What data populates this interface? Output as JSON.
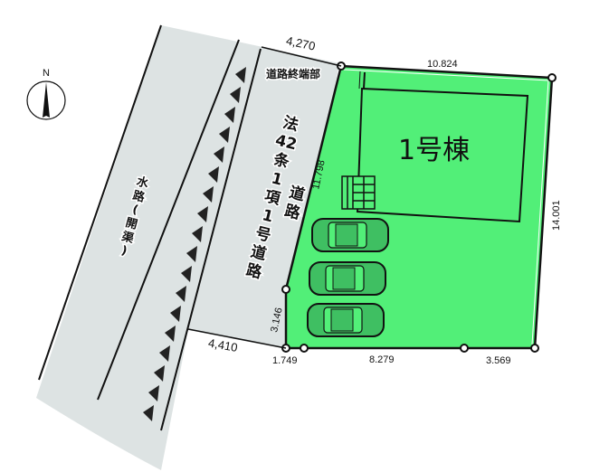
{
  "compass": {
    "label": "N",
    "icon": "north-arrow-icon"
  },
  "labels": {
    "road_end": "道路終端部",
    "building": "1号棟",
    "waterway": [
      "水",
      "路",
      "(",
      "開",
      "渠",
      ")"
    ],
    "road_col1": [
      "法",
      "42",
      "条",
      "1",
      "項",
      "1",
      "号",
      "道",
      "路"
    ],
    "road_col2": [
      "道",
      "路"
    ]
  },
  "dimensions": {
    "top_road_width": "4,270",
    "bottom_road_width": "4,410",
    "north_edge": "10.824",
    "east_edge": "14.001",
    "west_edge_upper": "11.798",
    "west_edge_lower": "3.146",
    "south_seg1": "1.749",
    "south_seg2": "8.279",
    "south_seg3": "3.569"
  },
  "parking": {
    "car_count": 3
  },
  "colors": {
    "lot_fill": "#52ef78",
    "road_fill": "#dde3e3",
    "line": "#111111",
    "car_body": "#3fbf62"
  }
}
